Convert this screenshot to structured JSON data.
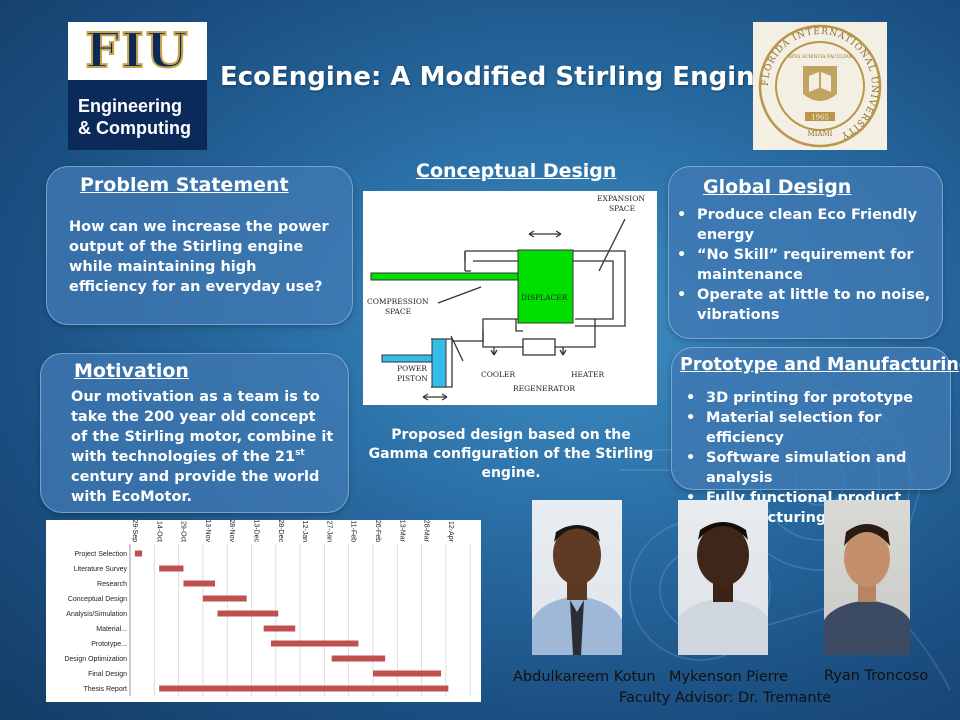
{
  "title": "EcoEngine: A Modified Stirling Engine",
  "logo_left": {
    "top_text": "FIU",
    "line1": "Engineering",
    "line2": "& Computing"
  },
  "logo_right": {
    "ring_text": "FLORIDA INTERNATIONAL UNIVERSITY",
    "motto": "SPES SCIENTIA FACULTAS",
    "year": "1965",
    "city": "MIAMI"
  },
  "problem": {
    "heading": "Problem Statement",
    "text": "How can we increase the power output of the Stirling engine while  maintaining high efficiency for an everyday use?"
  },
  "motivation": {
    "heading": "Motivation",
    "text_a": "Our motivation as a team is to take the 200 year old concept of the Stirling motor, combine it with technologies of the 21",
    "text_sup": "st",
    "text_b": " century and provide the world with EcoMotor."
  },
  "conceptual": {
    "heading": "Conceptual Design",
    "caption": "Proposed design based on the Gamma configuration of the Stirling engine.",
    "labels": {
      "expansion_1": "EXPANSION",
      "expansion_2": "SPACE",
      "displacer": "DISPLACER",
      "compression_1": "COMPRESSION",
      "compression_2": "SPACE",
      "power_1": "POWER",
      "power_2": "PISTON",
      "cooler": "COOLER",
      "heater": "HEATER",
      "regenerator": "REGENERATOR"
    }
  },
  "global_design": {
    "heading": "Global Design",
    "items": [
      "Produce clean Eco Friendly energy",
      "“No Skill” requirement for maintenance",
      "Operate at little to no noise, vibrations"
    ]
  },
  "prototype": {
    "heading": "Prototype and Manufacturing",
    "items": [
      "3D printing for prototype",
      "Material selection for efficiency",
      "Software simulation and analysis",
      "Fully functional product manufacturing"
    ]
  },
  "team": {
    "members": [
      "Abdulkareem Kotun",
      "Mykenson Pierre",
      "Ryan Troncoso"
    ],
    "advisor": "Faculty Advisor: Dr. Tremante"
  },
  "colors": {
    "bar": "#c0504d",
    "panel": "#4078b2",
    "background": "#1f5a8e",
    "green": "#00e000",
    "cyan": "#33bde8"
  },
  "chart_data": {
    "type": "gantt",
    "dates": [
      "29-Sep",
      "14-Oct",
      "29-Oct",
      "13-Nov",
      "28-Nov",
      "13-Dec",
      "28-Dec",
      "12-Jan",
      "27-Jan",
      "11-Feb",
      "26-Feb",
      "13-Mar",
      "28-Mar",
      "12-Apr"
    ],
    "tasks": [
      {
        "name": "Project Selection",
        "start": 0.2,
        "end": 0.5
      },
      {
        "name": "Literature Survey",
        "start": 1.2,
        "end": 2.2
      },
      {
        "name": "Research",
        "start": 2.2,
        "end": 3.5
      },
      {
        "name": "Conceptual Design",
        "start": 3.0,
        "end": 4.8
      },
      {
        "name": "Analysis/Simulation",
        "start": 3.6,
        "end": 6.1
      },
      {
        "name": "Material...",
        "start": 5.5,
        "end": 6.8
      },
      {
        "name": "Prototype...",
        "start": 5.8,
        "end": 9.4
      },
      {
        "name": "Design Optimization",
        "start": 8.3,
        "end": 10.5
      },
      {
        "name": "Final Design",
        "start": 10.0,
        "end": 12.8
      },
      {
        "name": "Thesis Report",
        "start": 1.2,
        "end": 13.1
      }
    ]
  }
}
